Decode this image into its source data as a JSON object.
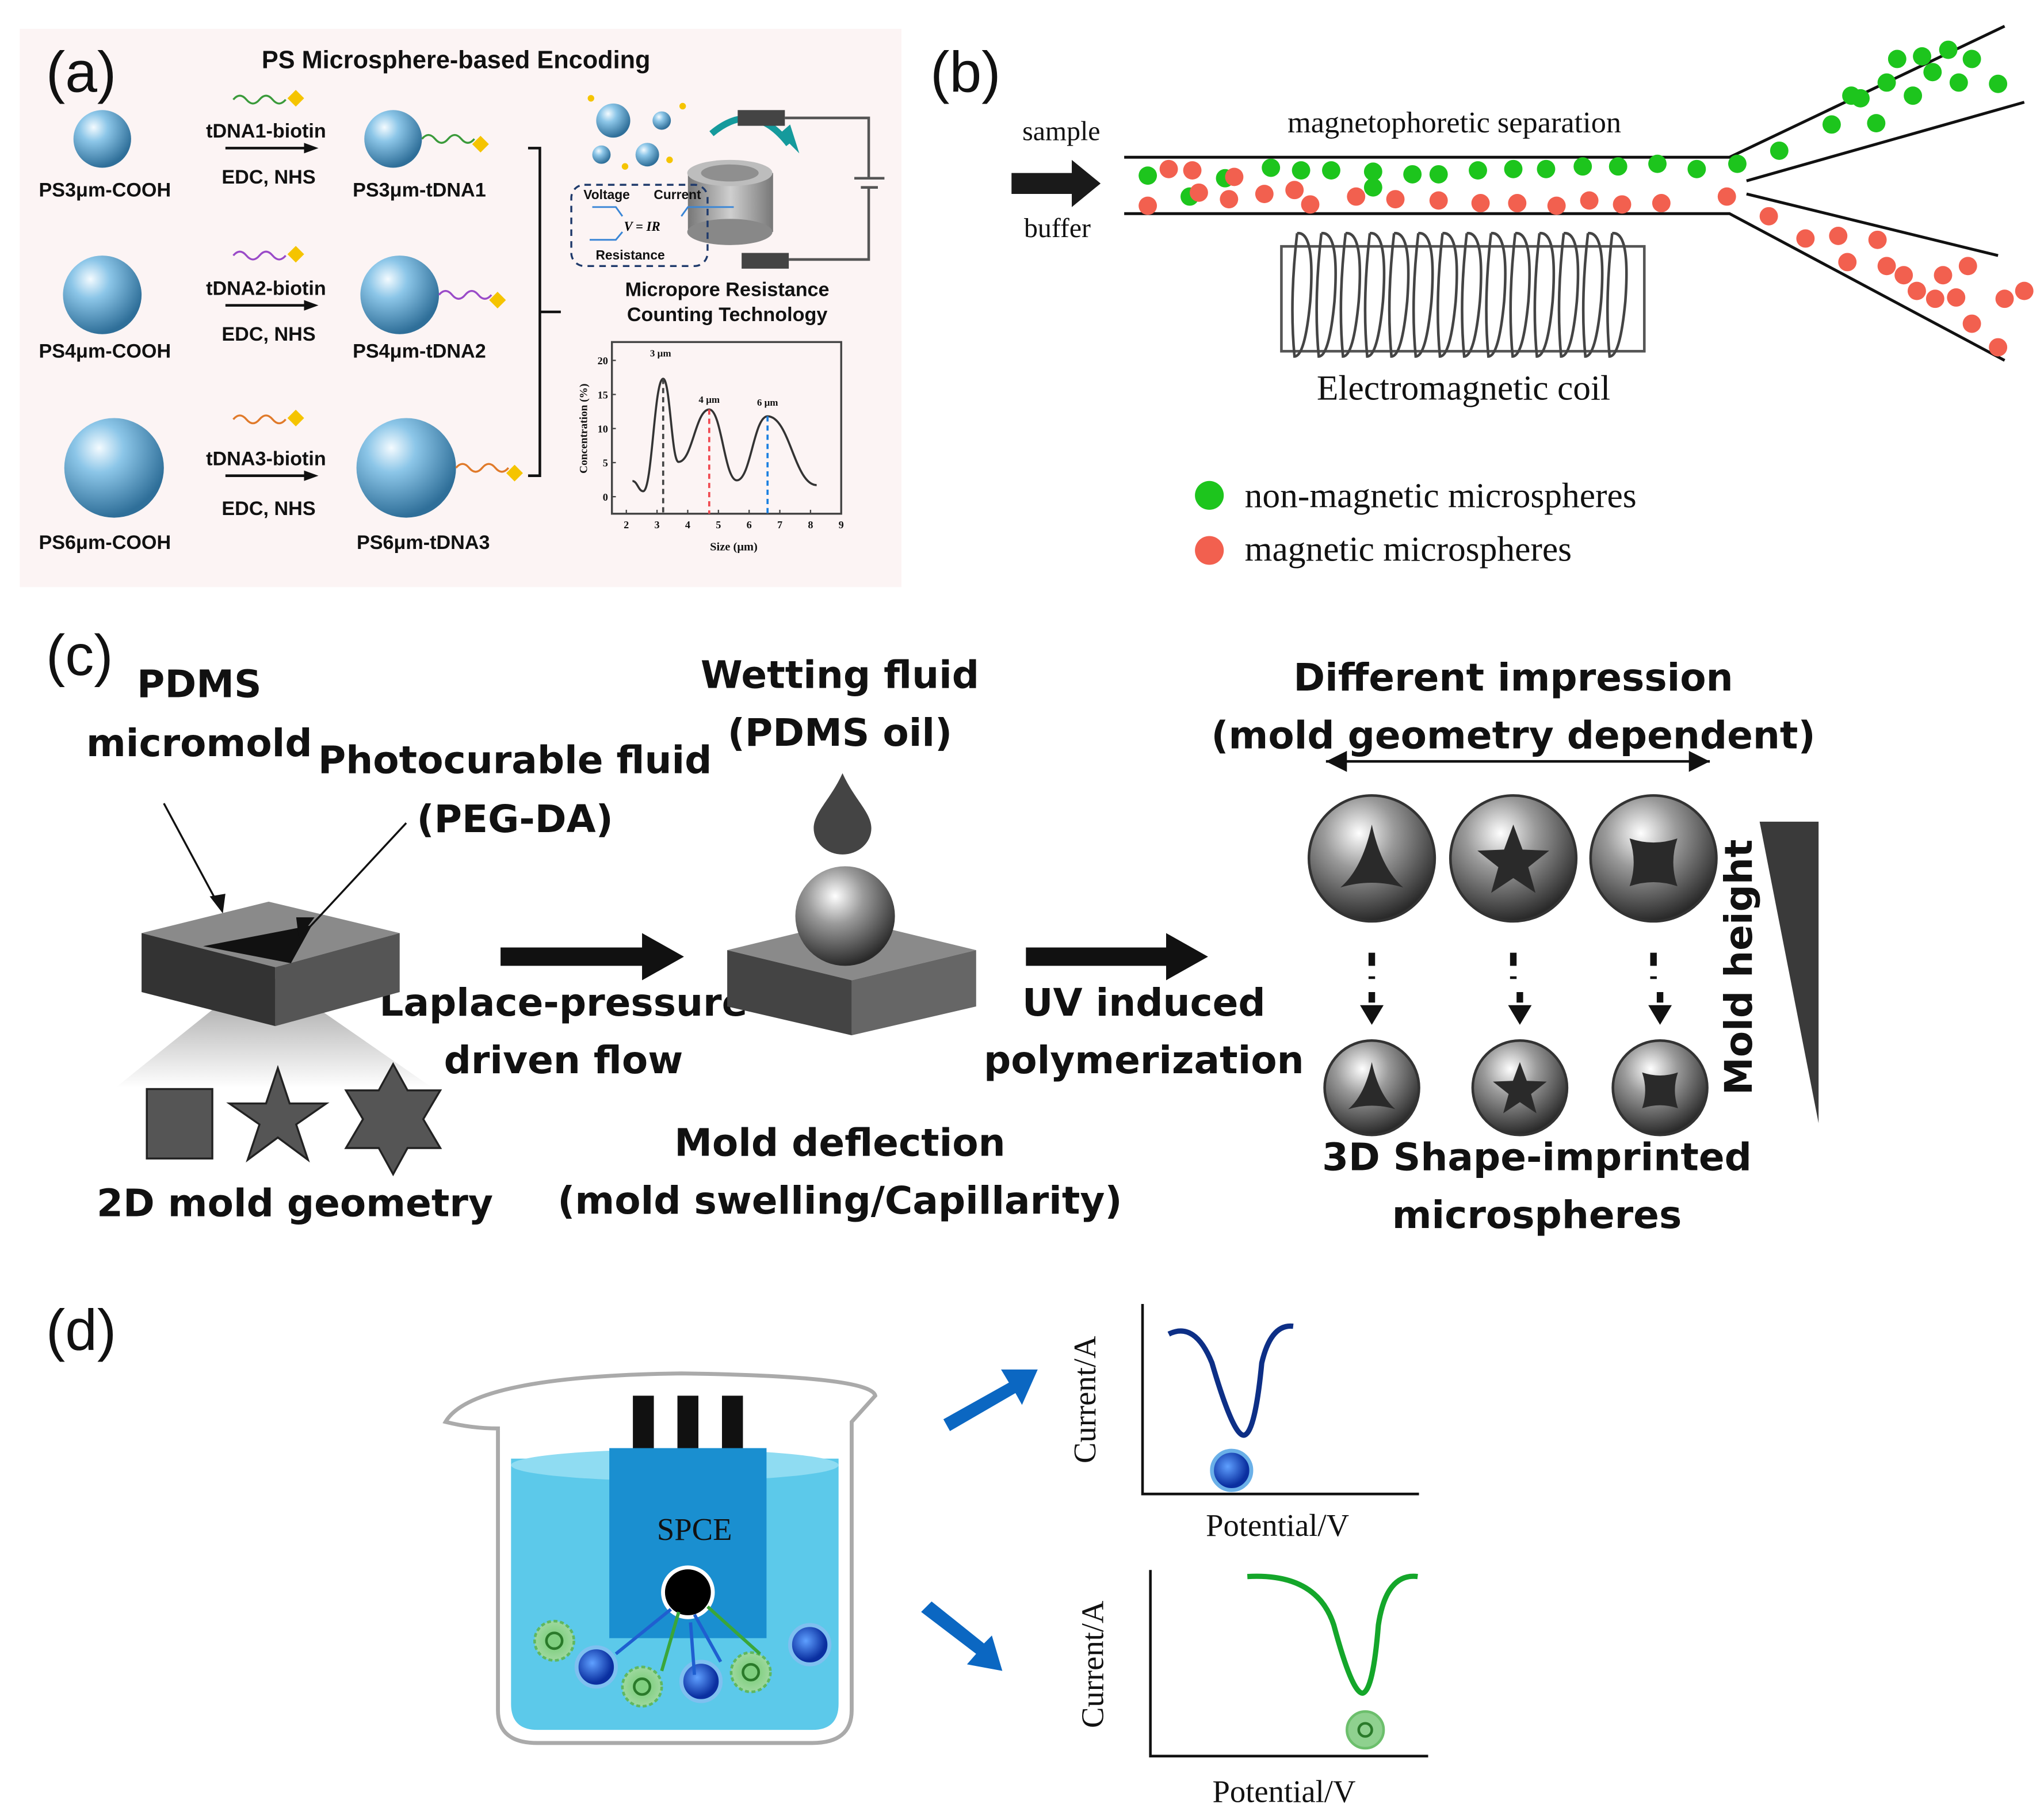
{
  "colors": {
    "panel_a_bg": "#fcf4f4",
    "green": "#1dc51d",
    "red": "#f2604f",
    "sphere": "#6fb0d8",
    "teal": "#159a9c",
    "blue_arrow": "#0b67c2",
    "navy_curve": "#0d2f86",
    "green_curve": "#14a62a",
    "water": "#3fc0e6",
    "electrode": "#1a8fd0"
  },
  "panel_a": {
    "label": "(a)",
    "title": "PS Microsphere-based Encoding",
    "rows": [
      {
        "reactant": "PS3μm-COOH",
        "reagent": "tDNA1-biotin",
        "conditions": "EDC, NHS",
        "product": "PS3μm-tDNA1"
      },
      {
        "reactant": "PS4μm-COOH",
        "reagent": "tDNA2-biotin",
        "conditions": "EDC, NHS",
        "product": "PS4μm-tDNA2"
      },
      {
        "reactant": "PS6μm-COOH",
        "reagent": "tDNA3-biotin",
        "conditions": "EDC, NHS",
        "product": "PS6μm-tDNA3"
      }
    ],
    "box": {
      "voltage": "Voltage",
      "current": "Current",
      "equation": "V = IR",
      "resistance": "Resistance"
    },
    "caption_line1": "Micropore Resistance",
    "caption_line2": "Counting Technology"
  },
  "chart_data": {
    "type": "line",
    "xlabel": "Size (μm)",
    "ylabel": "Concentration (%)",
    "xlim": [
      1.5,
      9
    ],
    "ylim": [
      -2.5,
      22.5
    ],
    "x_ticks": [
      "2",
      "3",
      "4",
      "5",
      "6",
      "7",
      "8",
      "9"
    ],
    "y_ticks": [
      "0",
      "5",
      "10",
      "15",
      "20"
    ],
    "grid": false,
    "peaks": [
      {
        "label": "3 μm",
        "x": 3.2,
        "y": 17.3,
        "color": "#444444"
      },
      {
        "label": "4 μm",
        "x": 4.7,
        "y": 12.8,
        "color": "#f0484f"
      },
      {
        "label": "6 μm",
        "x": 6.6,
        "y": 11.8,
        "color": "#1a7fe0"
      }
    ],
    "x": [
      2.2,
      2.55,
      3.2,
      3.7,
      4.7,
      5.6,
      6.6,
      8.2
    ],
    "y": [
      2.3,
      0.8,
      17.3,
      5.1,
      12.8,
      2.4,
      11.8,
      1.7
    ]
  },
  "panel_b": {
    "label": "(b)",
    "sample": "sample",
    "buffer": "buffer",
    "title": "magnetophoretic separation",
    "coil": "Electromagnetic coil",
    "legend": [
      {
        "label": "non-magnetic microspheres",
        "color": "#1dc51d"
      },
      {
        "label": "magnetic microspheres",
        "color": "#f2604f"
      }
    ]
  },
  "panel_c": {
    "label": "(c)",
    "pdms1": "PDMS",
    "pdms2": "micromold",
    "photo1": "Photocurable fluid",
    "photo2": "(PEG-DA)",
    "wet1": "Wetting fluid",
    "wet2": "(PDMS oil)",
    "diff1": "Different impression",
    "diff2": "(mold geometry dependent)",
    "laplace1": "Laplace-pressure",
    "laplace2": "driven flow",
    "uv1": "UV induced",
    "uv2": "polymerization",
    "defl1": "Mold deflection",
    "defl2": "(mold swelling/Capillarity)",
    "geom": "2D mold geometry",
    "shape1": "3D Shape-imprinted",
    "shape2": "microspheres",
    "height": "Mold height"
  },
  "panel_d": {
    "label": "(d)",
    "electrode": "SPCE",
    "ylabel": "Current/A",
    "xlabel": "Potential/V"
  }
}
